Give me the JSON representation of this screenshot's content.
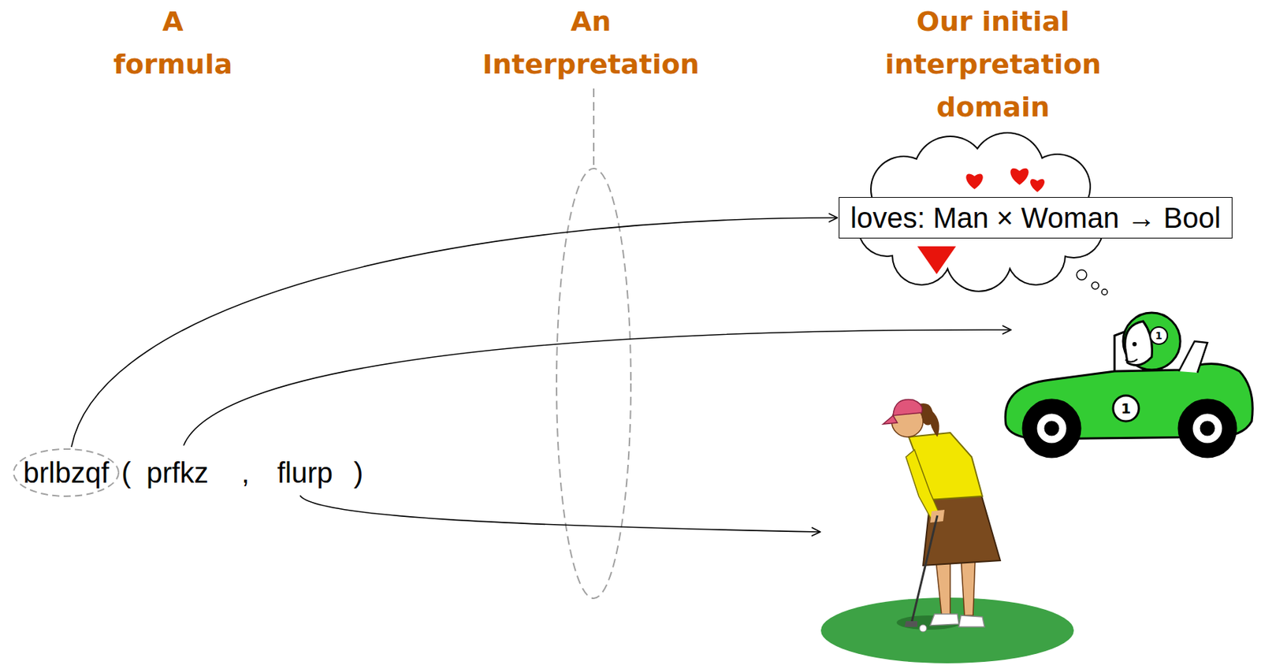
{
  "diagram": {
    "nodes": [
      {
        "text": [
          "brlbzqf"
        ]
      },
      {
        "text": [
          "loves: Man × Woman → Bool"
        ]
      }
    ],
    "edges": [
      {
        "from": 0,
        "to": 1,
        "arrow": "to"
      }
    ],
    "labels": [
      "A formula",
      "An Interpretation",
      "Our initial interpretation domain",
      "(",
      "prfkz",
      ",",
      "flurp",
      ")",
      "1",
      "1"
    ]
  }
}
